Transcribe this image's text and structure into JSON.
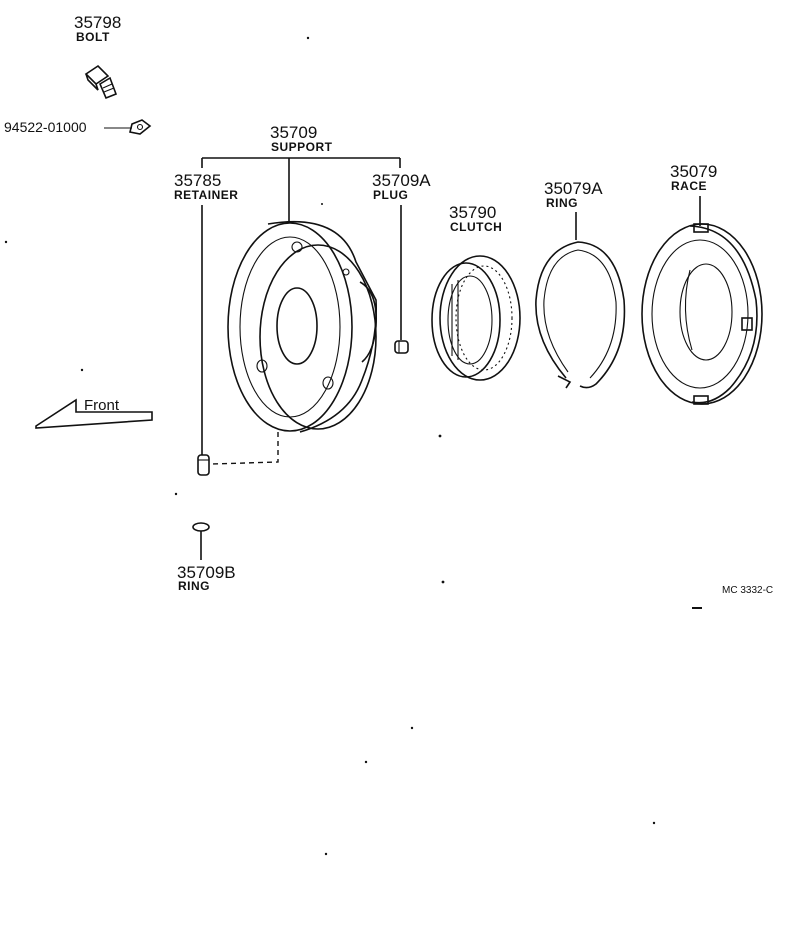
{
  "parts": {
    "bolt": {
      "number": "35798",
      "name": "BOLT"
    },
    "washer": {
      "number": "94522-01000"
    },
    "support": {
      "number": "35709",
      "name": "SUPPORT"
    },
    "retainer": {
      "number": "35785",
      "name": "RETAINER"
    },
    "plug": {
      "number": "35709A",
      "name": "PLUG"
    },
    "clutch": {
      "number": "35790",
      "name": "CLUTCH"
    },
    "ring_a": {
      "number": "35079A",
      "name": "RING"
    },
    "race": {
      "number": "35079",
      "name": "RACE"
    },
    "ring_b": {
      "number": "35709B",
      "name": "RING"
    }
  },
  "front_arrow": {
    "label": "Front"
  },
  "figure_ref": "MC 3332-C"
}
